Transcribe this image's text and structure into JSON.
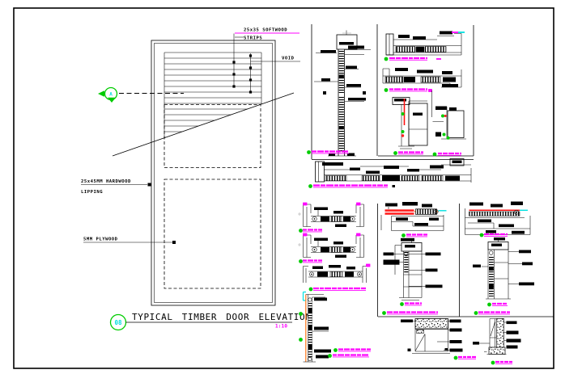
{
  "drawing": {
    "title_block": {
      "detail_number": "08",
      "title": "TYPICAL TIMBER DOOR ELEVATION",
      "scale": "1:10"
    },
    "section_marker": {
      "letter": "A"
    },
    "labels": {
      "softwood_line1": "25x35 SOFTWOOD",
      "softwood_line2": "STRIPS",
      "void": "VOID",
      "lipping_line1": "25x45MM HARDWOOD",
      "lipping_line2": "LIPPING",
      "plywood": "5MM PLYWOOD"
    },
    "colors": {
      "linework": "#000000",
      "background": "#ffffff",
      "accent_green": "#00cc00",
      "accent_cyan": "#00dede",
      "accent_magenta": "#ff00ff",
      "accent_red": "#ff1010",
      "accent_orange": "#ff7f27",
      "dim_gray": "#a8a8a8"
    }
  }
}
